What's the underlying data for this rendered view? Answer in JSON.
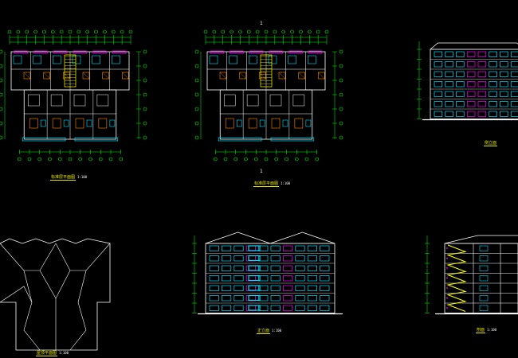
{
  "drawing": {
    "background": "#000000",
    "colors": {
      "grid": "#00ff00",
      "wall": "#ffffff",
      "cyan": "#00e0ff",
      "magenta": "#ff00ff",
      "yellow": "#ffff00",
      "orange": "#ff8800",
      "red": "#ff3030",
      "text": "#e8e800"
    },
    "views": [
      {
        "key": "plan1",
        "kind": "floor-plan",
        "caption": "标准层平面图",
        "scale": "1:100"
      },
      {
        "key": "plan2",
        "kind": "floor-plan",
        "caption": "标准层平面图",
        "scale": "1:100"
      },
      {
        "key": "side_elev",
        "kind": "side-elevation",
        "caption": "侧立面",
        "scale": ""
      },
      {
        "key": "roof",
        "kind": "roof-plan",
        "caption": "屋顶平面图",
        "scale": "1:100"
      },
      {
        "key": "front_elev",
        "kind": "front-elevation",
        "caption": "正立面",
        "scale": "1:100"
      },
      {
        "key": "section",
        "kind": "section",
        "caption": "剖面",
        "scale": "1:100"
      }
    ],
    "section_marks": [
      "1",
      "1"
    ]
  }
}
